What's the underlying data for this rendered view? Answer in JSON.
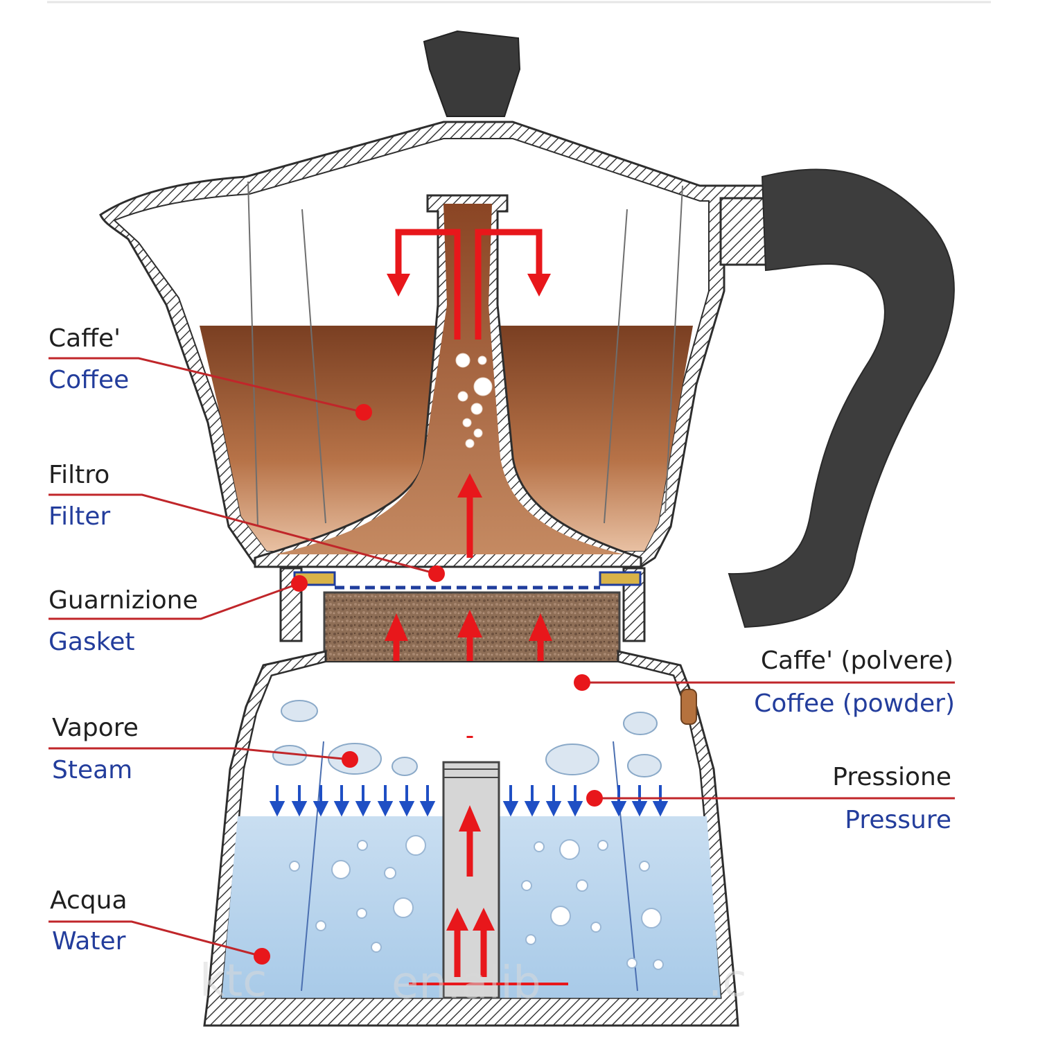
{
  "labels": {
    "coffee": {
      "it": "Caffe'",
      "en": "Coffee"
    },
    "filter": {
      "it": "Filtro",
      "en": "Filter"
    },
    "gasket": {
      "it": "Guarnizione",
      "en": "Gasket"
    },
    "steam": {
      "it": "Vapore",
      "en": "Steam"
    },
    "water": {
      "it": "Acqua",
      "en": "Water"
    },
    "powder": {
      "it": "Caffe' (polvere)",
      "en": "Coffee (powder)"
    },
    "pressure": {
      "it": "Pressione",
      "en": "Pressure"
    }
  },
  "watermark": {
    "left": "ktc",
    "center": "en.alib",
    "right": ".c"
  },
  "colors": {
    "coffee_top": "#7a3f22",
    "coffee_bottom": "#d9a884",
    "water_top": "#c5dcef",
    "water_bottom": "#9ec4e6",
    "grounds": "#8a6a52",
    "handle": "#3d3d3d",
    "arrow_red": "#e8171b",
    "arrow_blue": "#1f4fc4",
    "leader_red": "#c0262a",
    "label_blue": "#233d9c",
    "steam": "#dbe6f1"
  }
}
